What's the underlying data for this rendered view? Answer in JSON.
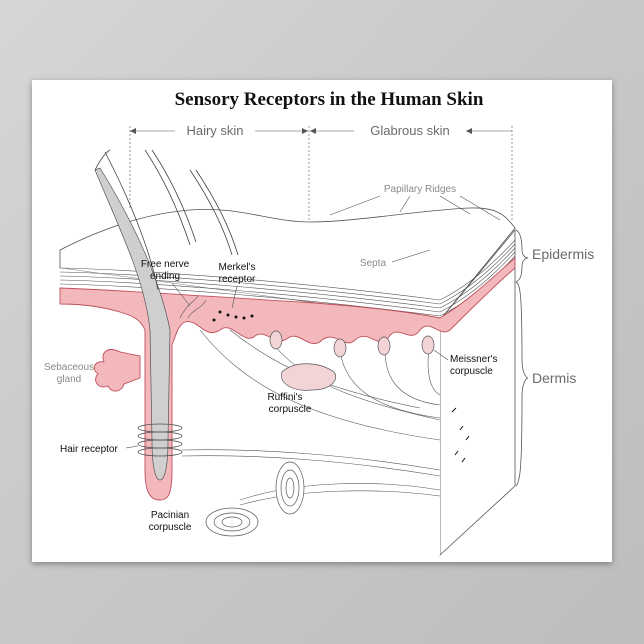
{
  "title": "Sensory Receptors in the Human Skin",
  "regions": {
    "hairy": "Hairy skin",
    "glabrous": "Glabrous skin"
  },
  "layers": {
    "epidermis": "Epidermis",
    "dermis": "Dermis"
  },
  "labels": {
    "papillary_ridges": "Papillary Ridges",
    "septa": "Septa",
    "free_nerve_line1": "Free nerve",
    "free_nerve_line2": "ending",
    "merkel_line1": "Merkel's",
    "merkel_line2": "receptor",
    "sebaceous_line1": "Sebaceous",
    "sebaceous_line2": "gland",
    "meissner_line1": "Meissner's",
    "meissner_line2": "corpuscle",
    "ruffini_line1": "Ruffini's",
    "ruffini_line2": "corpuscle",
    "hair_receptor": "Hair receptor",
    "pacinian_line1": "Pacinian",
    "pacinian_line2": "corpuscle"
  },
  "colors": {
    "epidermis_pink": "#f2b8bc",
    "skin_grey": "#cfcfcf",
    "outline": "#555555"
  }
}
